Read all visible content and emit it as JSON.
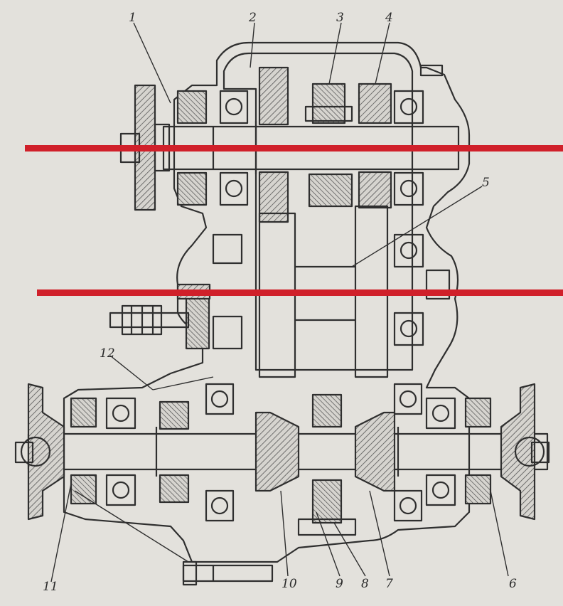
{
  "callouts": [
    {
      "id": "c1",
      "text": "1"
    },
    {
      "id": "c2",
      "text": "2"
    },
    {
      "id": "c3",
      "text": "3"
    },
    {
      "id": "c4",
      "text": "4"
    },
    {
      "id": "c5",
      "text": "5"
    },
    {
      "id": "c6",
      "text": "6"
    },
    {
      "id": "c7",
      "text": "7"
    },
    {
      "id": "c8",
      "text": "8"
    },
    {
      "id": "c9",
      "text": "9"
    },
    {
      "id": "c10",
      "text": "10"
    },
    {
      "id": "c11",
      "text": "11"
    },
    {
      "id": "c12",
      "text": "12"
    }
  ],
  "colors": {
    "background": "#e3e1dc",
    "line": "#2f2f2f",
    "hatch": "#5a5a5a",
    "highlight": "#d0202a"
  }
}
